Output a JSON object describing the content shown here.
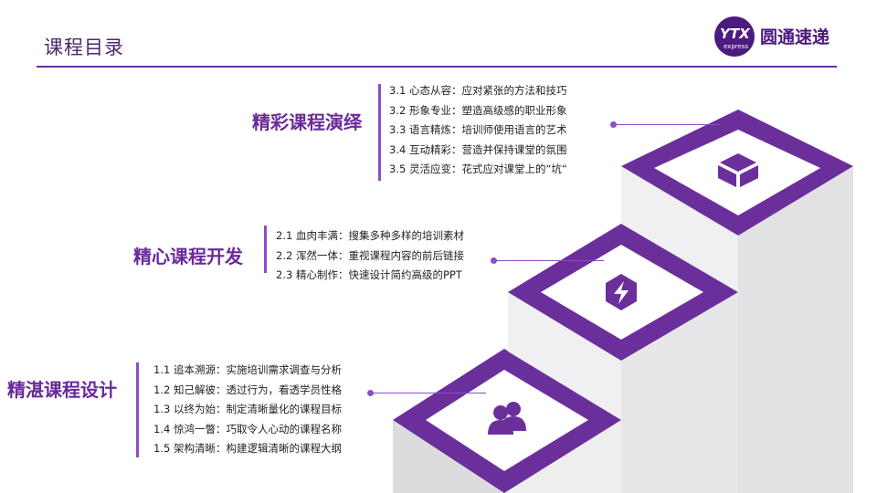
{
  "header": {
    "title": "课程目录",
    "brand": {
      "mark": "YTX",
      "sub": "express",
      "name": "圆通速递"
    }
  },
  "colors": {
    "accent": "#6b2f9c",
    "deep": "#4b1b7f",
    "step_side": "#e7e7e9"
  },
  "sections": [
    {
      "heading": "精彩课程演绎",
      "icon": "cube-box-icon",
      "items": [
        "3.1  心态从容：应对紧张的方法和技巧",
        "3.2  形象专业：塑造高级感的职业形象",
        "3.3  语言精炼：培训师使用语言的艺术",
        "3.4  互动精彩：营造并保持课堂的氛围",
        "3.5  灵活应变：花式应对课堂上的“坑“"
      ]
    },
    {
      "heading": "精心课程开发",
      "icon": "lightning-hexagon-icon",
      "items": [
        "2.1 血肉丰满：搜集多种多样的培训素材",
        "2.2 浑然一体：重视课程内容的前后链接",
        "2.3 精心制作：快速设计简约高级的PPT"
      ]
    },
    {
      "heading": "精湛课程设计",
      "icon": "users-icon",
      "items": [
        "1.1 追本溯源：实施培训需求调查与分析",
        "1.2 知己解彼：透过行为，看透学员性格",
        "1.3 以终为始：制定清晰量化的课程目标",
        "1.4 惊鸿一瞥：巧取令人心动的课程名称",
        "1.5 架构清晰：构建逻辑清晰的课程大纲"
      ]
    }
  ]
}
